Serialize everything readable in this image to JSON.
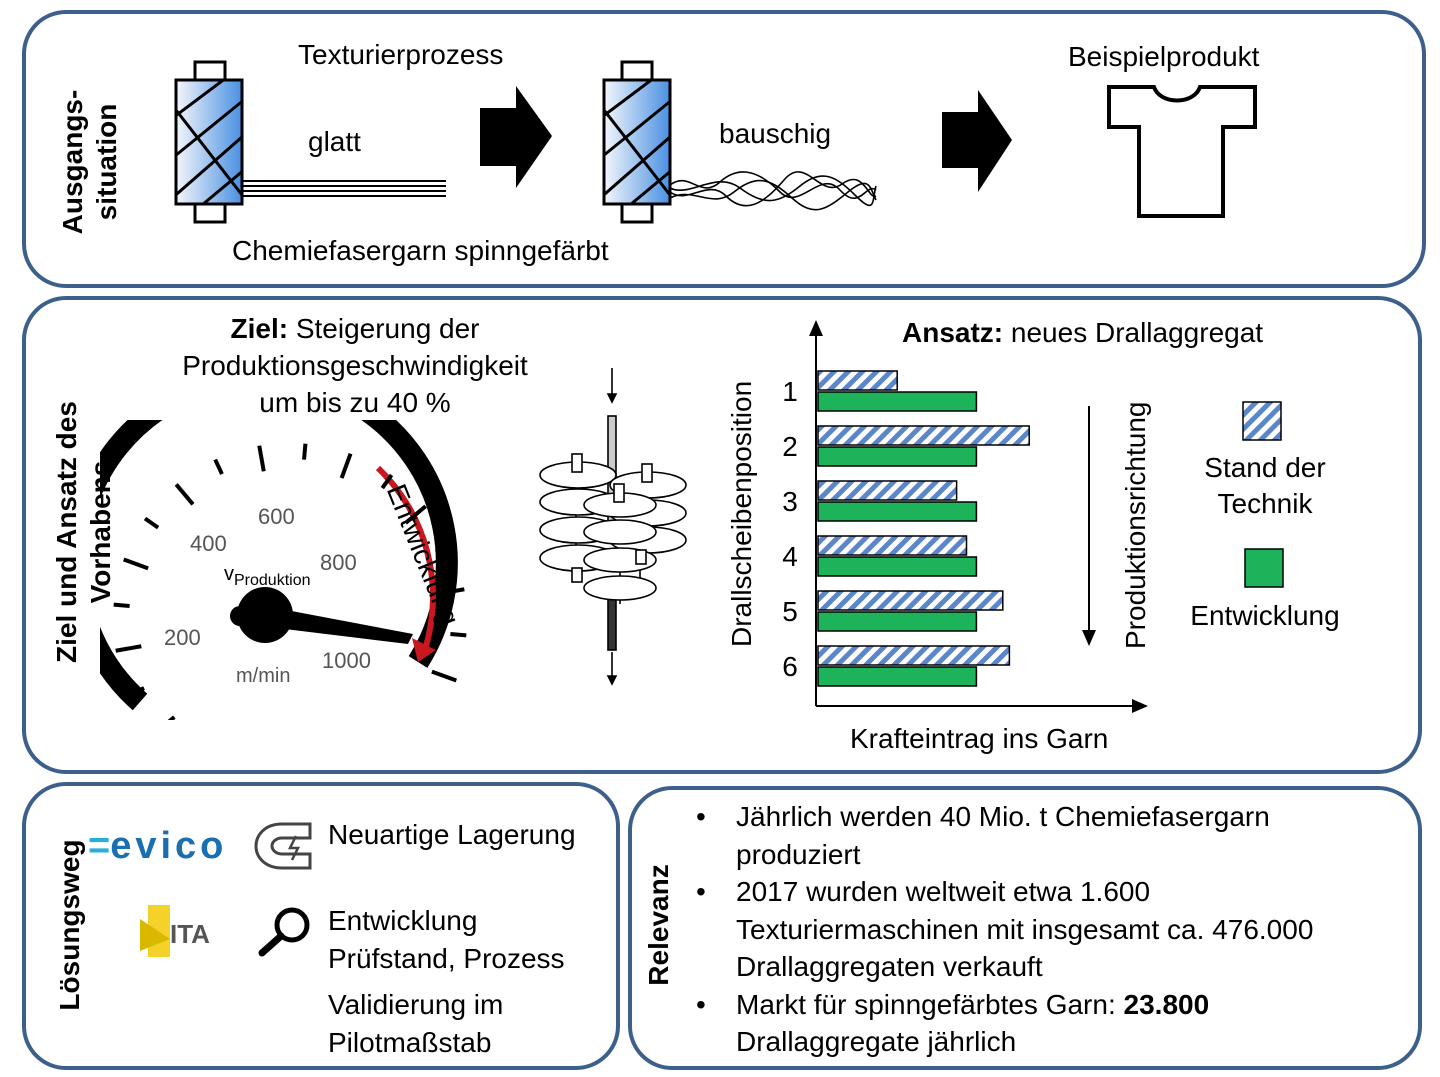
{
  "section1": {
    "label": "Ausgangs-\nsituation",
    "process_title": "Texturierprozess",
    "smooth_label": "glatt",
    "bulky_label": "bauschig",
    "yarn_label": "Chemiefasergarn spinngefärbt",
    "product_title": "Beispielprodukt"
  },
  "section2": {
    "label": "Ziel und Ansatz des\nVorhabens",
    "goal_bold": "Ziel:",
    "goal_line1": " Steigerung der",
    "goal_line2": "Produktionsgeschwindigkeit",
    "goal_line3": "um bis zu 40 %",
    "speedometer": {
      "ticks": [
        "200",
        "400",
        "600",
        "800",
        "1000"
      ],
      "symbol": "v",
      "subscript": "Produktion",
      "unit": "m/min",
      "arc_label": "Entwicklung"
    },
    "approach_bold": "Ansatz:",
    "approach_text": " neues Drallaggregat"
  },
  "chart_data": {
    "type": "bar",
    "orientation": "horizontal",
    "title": "Ansatz: neues Drallaggregat",
    "ylabel": "Drallscheibenposition",
    "xlabel": "Krafteintrag ins Garn",
    "direction_label": "Produktionsrichtung",
    "categories": [
      "1",
      "2",
      "3",
      "4",
      "5",
      "6"
    ],
    "xlim": [
      0,
      1
    ],
    "series": [
      {
        "name": "Stand der Technik",
        "pattern": "hatched",
        "color": "#5b86c9",
        "values": [
          0.24,
          0.64,
          0.42,
          0.45,
          0.56,
          0.58
        ]
      },
      {
        "name": "Entwicklung",
        "pattern": "solid",
        "color": "#1db35a",
        "values": [
          0.48,
          0.48,
          0.48,
          0.48,
          0.48,
          0.48
        ]
      }
    ],
    "legend": {
      "position": "right",
      "labels": [
        "Stand der\nTechnik",
        "Entwicklung"
      ]
    }
  },
  "section3": {
    "label": "Lösungsweg",
    "logo_evico": "evico",
    "logo_ita": "ITA",
    "item1": "Neuartige  Lagerung",
    "item2_line1": "Entwicklung",
    "item2_line2": "Prüfstand, Prozess",
    "item3_line1": "Validierung  im",
    "item3_line2": "Pilotmaßstab"
  },
  "section4": {
    "label": "Relevanz",
    "bullet1": "Jährlich werden 40 Mio.  t Chemiefasergarn produziert",
    "bullet2": "2017 wurden weltweit etwa 1.600 Texturiermaschinen mit insgesamt ca. 476.000 Drallaggregaten verkauft",
    "bullet3_text": "Markt für spinngefärbtes Garn: ",
    "bullet3_bold": "23.800",
    "bullet3_rest": " Drallaggregate jährlich"
  },
  "colors": {
    "panel_border": "#3d5f8c",
    "spool_blue": "#4a90e2",
    "hatch_blue": "#5b86c9",
    "green": "#1db35a",
    "arc_red": "#c8171e",
    "evico_blue": "#1a6fb0",
    "evico_cyan": "#2aaed9",
    "ita_yellow": "#f4d22a"
  },
  "icons": [
    "spool-icon",
    "arrow-right-icon",
    "tshirt-icon",
    "speedometer-icon",
    "twist-unit-icon",
    "magnet-icon",
    "magnifier-icon"
  ]
}
